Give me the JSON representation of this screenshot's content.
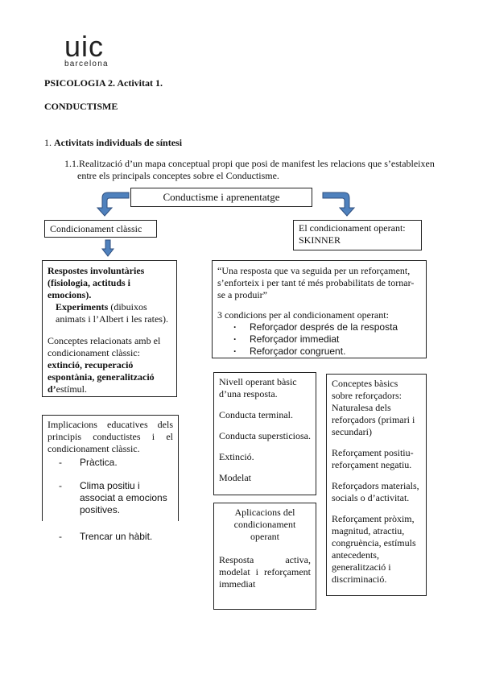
{
  "logo": {
    "text": "uic",
    "subtext": "barcelona"
  },
  "heading": {
    "course": "PSICOLOGIA 2. Activitat 1.",
    "topic": "CONDUCTISME",
    "section_num": "1.",
    "section_title": "Activitats individuals de síntesi",
    "task_num": "1.1.",
    "task_line1": "Realització d’un mapa conceptual propi que posi de manifest les relacions que s’estableixen",
    "task_line2": "entre els principals conceptes sobre el Conductisme."
  },
  "map": {
    "root": "Conductisme i aprenentatge",
    "classic": "Condicionament clàssic",
    "operant": {
      "line1": "El condicionament operant:",
      "line2": "SKINNER"
    },
    "responses_box": {
      "bold1": "Respostes involuntàries (fisiologia, actituds i emocions).",
      "exp_bold": "Experiments",
      "exp_rest": " (dibuixos animats i l’Albert i les rates).",
      "concepts_prefix": "Conceptes relacionats amb el condicionament clàssic: ",
      "concepts_mid": "extinció, recuperació espontània, generalització d’",
      "concepts_end": "estímul."
    },
    "operant_box": {
      "quote": "“Una resposta que va seguida per un reforçament, s’enforteix i per tant té més probabilitats de tornar-se a produir”",
      "conditions_title": "3 condicions per al condicionament operant:",
      "conditions": [
        "Reforçador després de la resposta",
        "Reforçador immediat",
        "Reforçador congruent."
      ]
    },
    "levels_box": [
      "Nivell operant bàsic d’una resposta.",
      "Conducta terminal.",
      "Conducta supersticiosa.",
      "Extinció.",
      "Modelat"
    ],
    "reinforcers_box": [
      "Conceptes bàsics sobre reforçadors: Naturalesa dels reforçadors (primari i secundari)",
      "Reforçament positiu-reforçament negatiu.",
      "Reforçadors materials, socials o d’activitat.",
      "Reforçament pròxim, magnitud, atractiu, congruència, estímuls antecedents, generalització i discriminació."
    ],
    "implications_box": {
      "title": "Implicacions educatives dels principis conductistes i el condicionament clàssic.",
      "items": [
        "Pràctica.",
        "Clima positiu i associat a emocions positives.",
        "Trencar un hàbit."
      ]
    },
    "applications_box": {
      "title": "Aplicacions del condicionament operant",
      "text": "Resposta activa, modelat i reforçament immediat"
    }
  },
  "colors": {
    "arrow_fill": "#4f81bd",
    "arrow_stroke": "#2f4f7f",
    "border": "#222222"
  }
}
